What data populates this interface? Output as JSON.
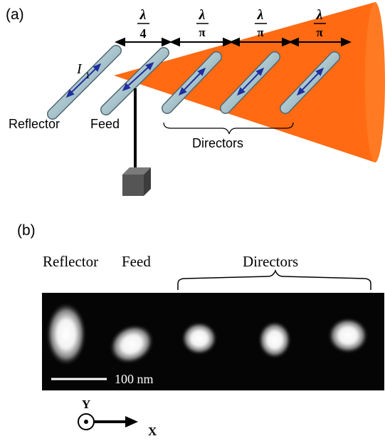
{
  "panel_a": {
    "label": "(a)",
    "current_label": "I",
    "current_subscript": "1",
    "reflector_label": "Reflector",
    "feed_label": "Feed",
    "directors_label": "Directors",
    "spacings": [
      {
        "numerator": "λ",
        "denominator": "4"
      },
      {
        "numerator": "λ",
        "denominator": "π"
      },
      {
        "numerator": "λ",
        "denominator": "π"
      },
      {
        "numerator": "λ",
        "denominator": "π"
      }
    ]
  },
  "panel_b": {
    "label": "(b)",
    "reflector_label": "Reflector",
    "feed_label": "Feed",
    "directors_label": "Directors",
    "scale_bar_label": "100 nm",
    "axis_y_label": "Y",
    "axis_x_label": "X"
  },
  "colors": {
    "beam": "#ff6a13",
    "rod": "#a9c4cc",
    "current_arrow": "#1f2fa0",
    "image_background": "#050505"
  }
}
